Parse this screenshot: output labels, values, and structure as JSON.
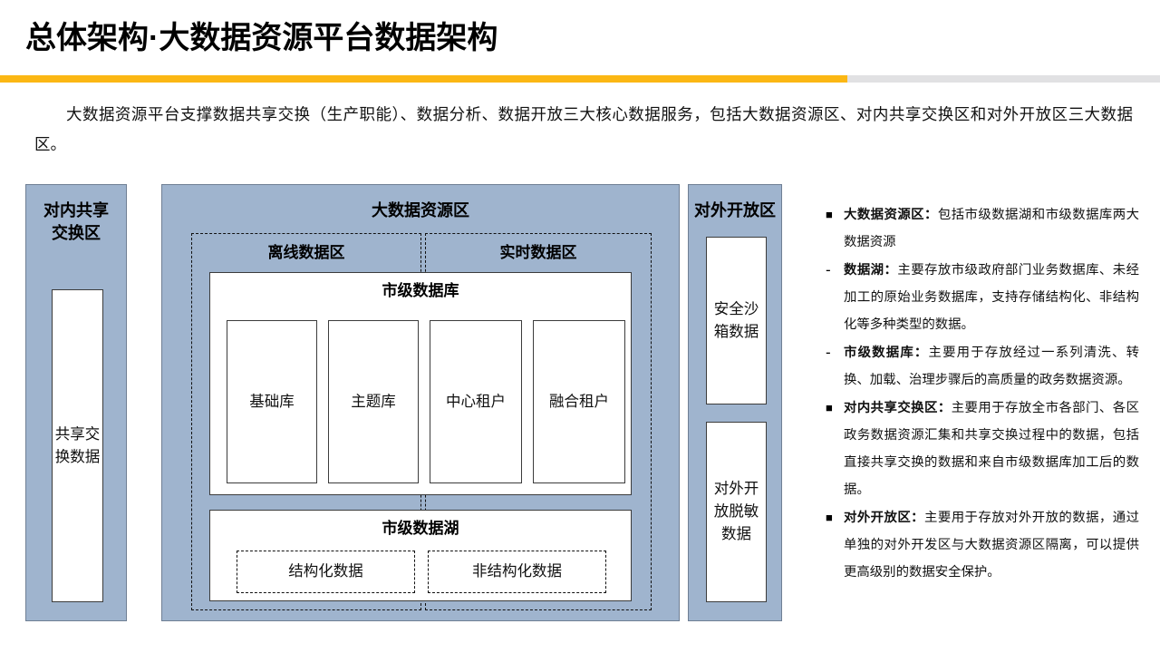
{
  "header": {
    "title": "总体架构·大数据资源平台数据架构",
    "accent_color": "#fbb714",
    "rule_color": "#e1e1e3"
  },
  "intro": {
    "text": "大数据资源平台支撑数据共享交换（生产职能）、数据分析、数据开放三大核心数据服务，包括大数据资源区、对内共享交换区和对外开放区三大数据区。"
  },
  "diagram": {
    "panel_fill": "#9fb4ce",
    "panel_border": "#6f7f94",
    "left_panel": {
      "title": "对内共享\n交换区",
      "title_line1": "对内共享",
      "title_line2": "交换区",
      "box": "共享交\n换数据",
      "box_line1": "共享交",
      "box_line2": "换数据"
    },
    "center_panel": {
      "title": "大数据资源区",
      "zones": [
        {
          "label": "离线数据区"
        },
        {
          "label": "实时数据区"
        }
      ],
      "db_group": {
        "title": "市级数据库",
        "items": [
          "基础库",
          "主题库",
          "中心租户",
          "融合租户"
        ]
      },
      "lake_group": {
        "title": "市级数据湖",
        "items": [
          "结构化数据",
          "非结构化数据"
        ]
      }
    },
    "right_panel": {
      "title": "对外开放区",
      "boxes": [
        {
          "line1": "安全沙",
          "line2": "箱数据"
        },
        {
          "line1": "对外开",
          "line2": "放脱敏",
          "line3": "数据"
        }
      ]
    }
  },
  "notes": [
    {
      "marker": "■",
      "marker_type": "square",
      "lead": "大数据资源区：",
      "body": "包括市级数据湖和市级数据库两大数据资源"
    },
    {
      "marker": "-",
      "marker_type": "dash",
      "lead": "数据湖：",
      "body": "主要存放市级政府部门业务数据库、未经加工的原始业务数据库，支持存储结构化、非结构化等多种类型的数据。"
    },
    {
      "marker": "-",
      "marker_type": "dash",
      "lead": "市级数据库：",
      "body": "主要用于存放经过一系列清洗、转换、加载、治理步骤后的高质量的政务数据资源。"
    },
    {
      "marker": "■",
      "marker_type": "square",
      "lead": "对内共享交换区：",
      "body": "主要用于存放全市各部门、各区政务数据资源汇集和共享交换过程中的数据，包括直接共享交换的数据和来自市级数据库加工后的数据。"
    },
    {
      "marker": "■",
      "marker_type": "square",
      "lead": "对外开放区：",
      "body": "主要用于存放对外开放的数据，通过单独的对外开发区与大数据资源区隔离，可以提供更高级别的数据安全保护。"
    }
  ]
}
